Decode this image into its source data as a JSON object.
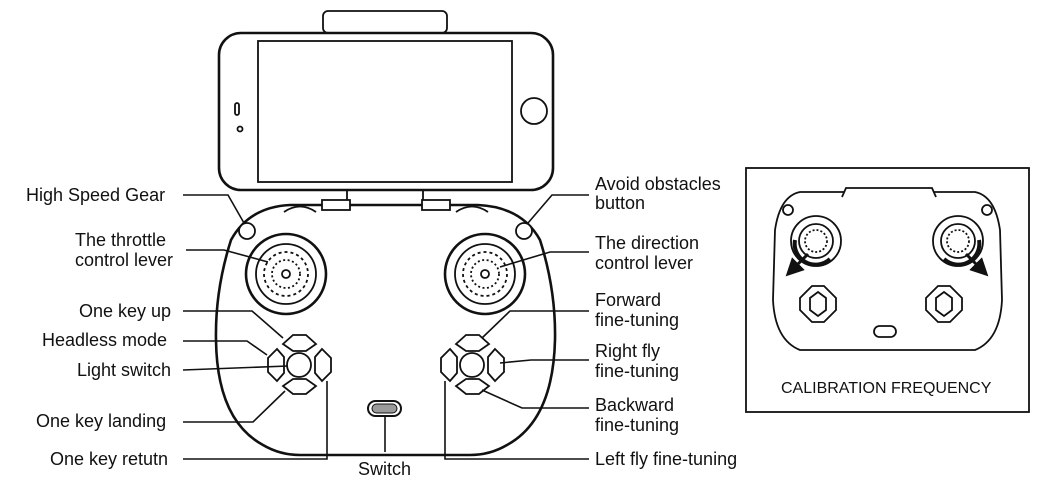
{
  "labels": {
    "high_speed_gear": "High Speed Gear",
    "throttle_1": "The throttle",
    "throttle_2": "control lever",
    "one_key_up": "One key up",
    "headless_mode": "Headless mode",
    "light_switch": "Light switch",
    "one_key_landing": "One key landing",
    "one_key_return": "One key retutn",
    "switch": "Switch",
    "avoid_1": "Avoid obstacles",
    "avoid_2": "button",
    "direction_1": "The direction",
    "direction_2": "control lever",
    "forward_1": "Forward",
    "forward_2": "fine-tuning",
    "right_1": "Right fly",
    "right_2": "fine-tuning",
    "backward_1": "Backward",
    "backward_2": "fine-tuning",
    "left_fly": "Left fly fine-tuning"
  },
  "inset": {
    "caption": "CALIBRATION FREQUENCY"
  },
  "colors": {
    "line": "#111111",
    "switch_fill": "#9a9a9a"
  }
}
